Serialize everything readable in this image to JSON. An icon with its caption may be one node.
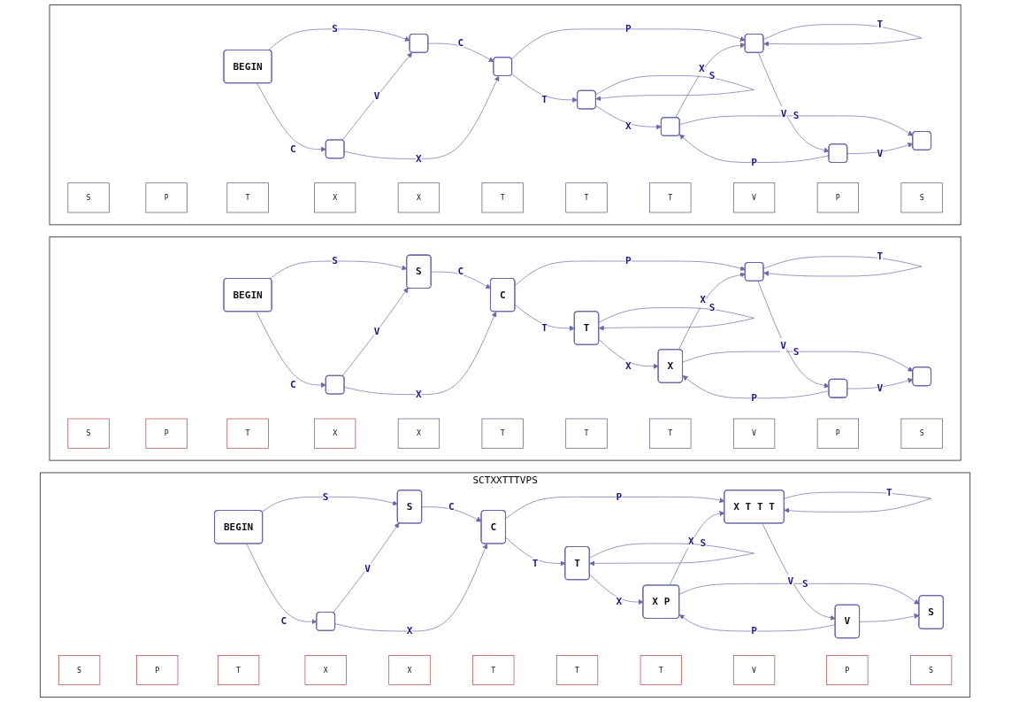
{
  "diagram": {
    "nodes": [
      {
        "text": [],
        "shape": "box"
      },
      {
        "text": [
          "BEGIN"
        ],
        "in": 0
      },
      {
        "text": [],
        "shape": "box",
        "in": 0
      },
      {
        "text": [],
        "shape": "box",
        "in": 0
      },
      {
        "text": [],
        "shape": "box",
        "in": 0
      },
      {
        "text": [],
        "shape": "box",
        "in": 0
      },
      {
        "text": [],
        "shape": "box",
        "in": 0
      },
      {
        "text": [],
        "shape": "box",
        "in": 0
      },
      {
        "text": [],
        "shape": "box",
        "in": 0
      },
      {
        "text": [],
        "shape": "box",
        "in": 0
      },
      {
        "text": [
          "S"
        ],
        "in": 0
      },
      {
        "text": [
          "P"
        ],
        "in": 0
      },
      {
        "text": [
          "T"
        ],
        "in": 0
      },
      {
        "text": [
          "X"
        ],
        "in": 0
      },
      {
        "text": [
          "X"
        ],
        "in": 0
      },
      {
        "text": [
          "T"
        ],
        "in": 0
      },
      {
        "text": [
          "T"
        ],
        "in": 0
      },
      {
        "text": [
          "T"
        ],
        "in": 0
      },
      {
        "text": [
          "V"
        ],
        "in": 0
      },
      {
        "text": [
          "P"
        ],
        "in": 0
      },
      {
        "text": [
          "S"
        ],
        "in": 0
      },
      {
        "text": [],
        "shape": "box"
      },
      {
        "text": [
          "BEGIN"
        ],
        "in": 21
      },
      {
        "text": [
          "S"
        ],
        "in": 21
      },
      {
        "text": [],
        "shape": "box",
        "in": 21
      },
      {
        "text": [
          "C"
        ],
        "in": 21
      },
      {
        "text": [
          "T"
        ],
        "in": 21
      },
      {
        "text": [],
        "shape": "box",
        "in": 21
      },
      {
        "text": [
          "X"
        ],
        "in": 21
      },
      {
        "text": [],
        "shape": "box",
        "in": 21
      },
      {
        "text": [],
        "shape": "box",
        "in": 21
      },
      {
        "text": [
          "S"
        ],
        "in": 21
      },
      {
        "text": [
          "P"
        ],
        "in": 21
      },
      {
        "text": [
          "T"
        ],
        "in": 21
      },
      {
        "text": [
          "X"
        ],
        "in": 21
      },
      {
        "text": [
          "X"
        ],
        "in": 21
      },
      {
        "text": [
          "T"
        ],
        "in": 21
      },
      {
        "text": [
          "T"
        ],
        "in": 21
      },
      {
        "text": [
          "T"
        ],
        "in": 21
      },
      {
        "text": [
          "V"
        ],
        "in": 21
      },
      {
        "text": [
          "P"
        ],
        "in": 21
      },
      {
        "text": [
          "S"
        ],
        "in": 21
      },
      {
        "text": [
          "SCTXXTTTVPS"
        ]
      },
      {
        "text": [
          "BEGIN"
        ],
        "in": 42
      },
      {
        "text": [
          "S"
        ],
        "in": 42
      },
      {
        "text": [],
        "shape": "box",
        "in": 42
      },
      {
        "text": [
          "C"
        ],
        "in": 42
      },
      {
        "text": [
          "T"
        ],
        "in": 42
      },
      {
        "text": [
          "X T T T"
        ],
        "in": 42
      },
      {
        "text": [
          "X P"
        ],
        "in": 42
      },
      {
        "text": [
          "V"
        ],
        "in": 42
      },
      {
        "text": [
          "S"
        ],
        "in": 42
      },
      {
        "text": [
          "S"
        ],
        "in": 42
      },
      {
        "text": [
          "P"
        ],
        "in": 42
      },
      {
        "text": [
          "T"
        ],
        "in": 42
      },
      {
        "text": [
          "X"
        ],
        "in": 42
      },
      {
        "text": [
          "X"
        ],
        "in": 42
      },
      {
        "text": [
          "T"
        ],
        "in": 42
      },
      {
        "text": [
          "T"
        ],
        "in": 42
      },
      {
        "text": [
          "T"
        ],
        "in": 42
      },
      {
        "text": [
          "V"
        ],
        "in": 42
      },
      {
        "text": [
          "P"
        ],
        "in": 42
      },
      {
        "text": [
          "S"
        ],
        "in": 42
      }
    ],
    "edges": [
      {
        "from": 1,
        "to": 2,
        "arrow": "to",
        "label": "S"
      },
      {
        "from": 1,
        "to": 3,
        "arrow": "to",
        "label": "C"
      },
      {
        "from": 2,
        "to": 4,
        "arrow": "to",
        "label": "C"
      },
      {
        "from": 3,
        "to": 2,
        "arrow": "to",
        "label": "V"
      },
      {
        "from": 3,
        "to": 4,
        "arrow": "to",
        "label": "X"
      },
      {
        "from": 4,
        "to": 5,
        "arrow": "to",
        "label": "T"
      },
      {
        "from": 4,
        "to": 6,
        "arrow": "to",
        "label": "P"
      },
      {
        "from": 5,
        "to": 5,
        "arrow": "to",
        "label": "S"
      },
      {
        "from": 5,
        "to": 7,
        "arrow": "to",
        "label": "X"
      },
      {
        "from": 7,
        "to": 6,
        "arrow": "to",
        "label": "X"
      },
      {
        "from": 6,
        "to": 6,
        "arrow": "to",
        "label": "T"
      },
      {
        "from": 6,
        "to": 8,
        "arrow": "to",
        "label": "V"
      },
      {
        "from": 8,
        "to": 7,
        "arrow": "to",
        "label": "P"
      },
      {
        "from": 7,
        "to": 9,
        "arrow": "to",
        "label": "S"
      },
      {
        "from": 8,
        "to": 9,
        "arrow": "to",
        "label": "V"
      },
      {
        "from": 22,
        "to": 23,
        "arrow": "to",
        "label": "S"
      },
      {
        "from": 22,
        "to": 24,
        "arrow": "to",
        "label": "C"
      },
      {
        "from": 23,
        "to": 25,
        "arrow": "to",
        "label": "C"
      },
      {
        "from": 24,
        "to": 23,
        "arrow": "to",
        "label": "V"
      },
      {
        "from": 24,
        "to": 25,
        "arrow": "to",
        "label": "X"
      },
      {
        "from": 25,
        "to": 26,
        "arrow": "to",
        "label": "T"
      },
      {
        "from": 25,
        "to": 27,
        "arrow": "to",
        "label": "P"
      },
      {
        "from": 26,
        "to": 26,
        "arrow": "to",
        "label": "S"
      },
      {
        "from": 26,
        "to": 28,
        "arrow": "to",
        "label": "X"
      },
      {
        "from": 28,
        "to": 27,
        "arrow": "to",
        "label": "X"
      },
      {
        "from": 27,
        "to": 27,
        "arrow": "to",
        "label": "T"
      },
      {
        "from": 27,
        "to": 29,
        "arrow": "to",
        "label": "V"
      },
      {
        "from": 29,
        "to": 28,
        "arrow": "to",
        "label": "P"
      },
      {
        "from": 28,
        "to": 30,
        "arrow": "to",
        "label": "S"
      },
      {
        "from": 29,
        "to": 30,
        "arrow": "to",
        "label": "V"
      },
      {
        "from": 43,
        "to": 44,
        "arrow": "to",
        "label": "S"
      },
      {
        "from": 43,
        "to": 45,
        "arrow": "to",
        "label": "C"
      },
      {
        "from": 44,
        "to": 46,
        "arrow": "to",
        "label": "C"
      },
      {
        "from": 45,
        "to": 44,
        "arrow": "to",
        "label": "V"
      },
      {
        "from": 45,
        "to": 46,
        "arrow": "to",
        "label": "X"
      },
      {
        "from": 46,
        "to": 47,
        "arrow": "to",
        "label": "T"
      },
      {
        "from": 46,
        "to": 48,
        "arrow": "to",
        "label": "P"
      },
      {
        "from": 47,
        "to": 47,
        "arrow": "to",
        "label": "S"
      },
      {
        "from": 47,
        "to": 49,
        "arrow": "to",
        "label": "X"
      },
      {
        "from": 49,
        "to": 48,
        "arrow": "to",
        "label": "X"
      },
      {
        "from": 48,
        "to": 48,
        "arrow": "to",
        "label": "T"
      },
      {
        "from": 48,
        "to": 50,
        "arrow": "to",
        "label": "V"
      },
      {
        "from": 50,
        "to": 49,
        "arrow": "to",
        "label": "P"
      },
      {
        "from": 49,
        "to": 51,
        "arrow": "to",
        "label": "S"
      },
      {
        "from": 50,
        "to": 51,
        "arrow": "to"
      }
    ]
  }
}
